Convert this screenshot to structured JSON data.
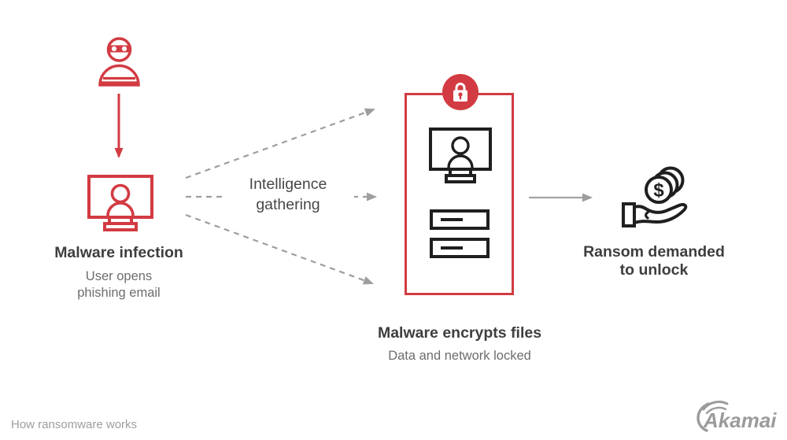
{
  "colors": {
    "accent_red": "#d23b42",
    "icon_dark": "#1f1f1f",
    "heading_gray": "#3e3e3e",
    "subtext_gray": "#6d6d6d",
    "arrow_gray": "#9e9e9e",
    "logo_gray": "#9b9b9b",
    "background": "#ffffff"
  },
  "diagram": {
    "infection": {
      "title": "Malware infection",
      "subtitle_line1": "User opens",
      "subtitle_line2": "phishing email",
      "icons": [
        "hacker-icon",
        "infected-computer-icon"
      ]
    },
    "gathering": {
      "label_line1": "Intelligence",
      "label_line2": "gathering"
    },
    "encryption": {
      "title": "Malware encrypts files",
      "subtitle": "Data and network locked",
      "icons": [
        "lock-badge-icon",
        "locked-computer-icon",
        "encrypted-file-bars"
      ]
    },
    "ransom": {
      "title_line1": "Ransom demanded",
      "title_line2": "to unlock",
      "currency_symbol": "$",
      "icons": [
        "coins-in-hand-icon"
      ]
    }
  },
  "footer": {
    "caption": "How ransomware works",
    "brand": "Akamai"
  }
}
